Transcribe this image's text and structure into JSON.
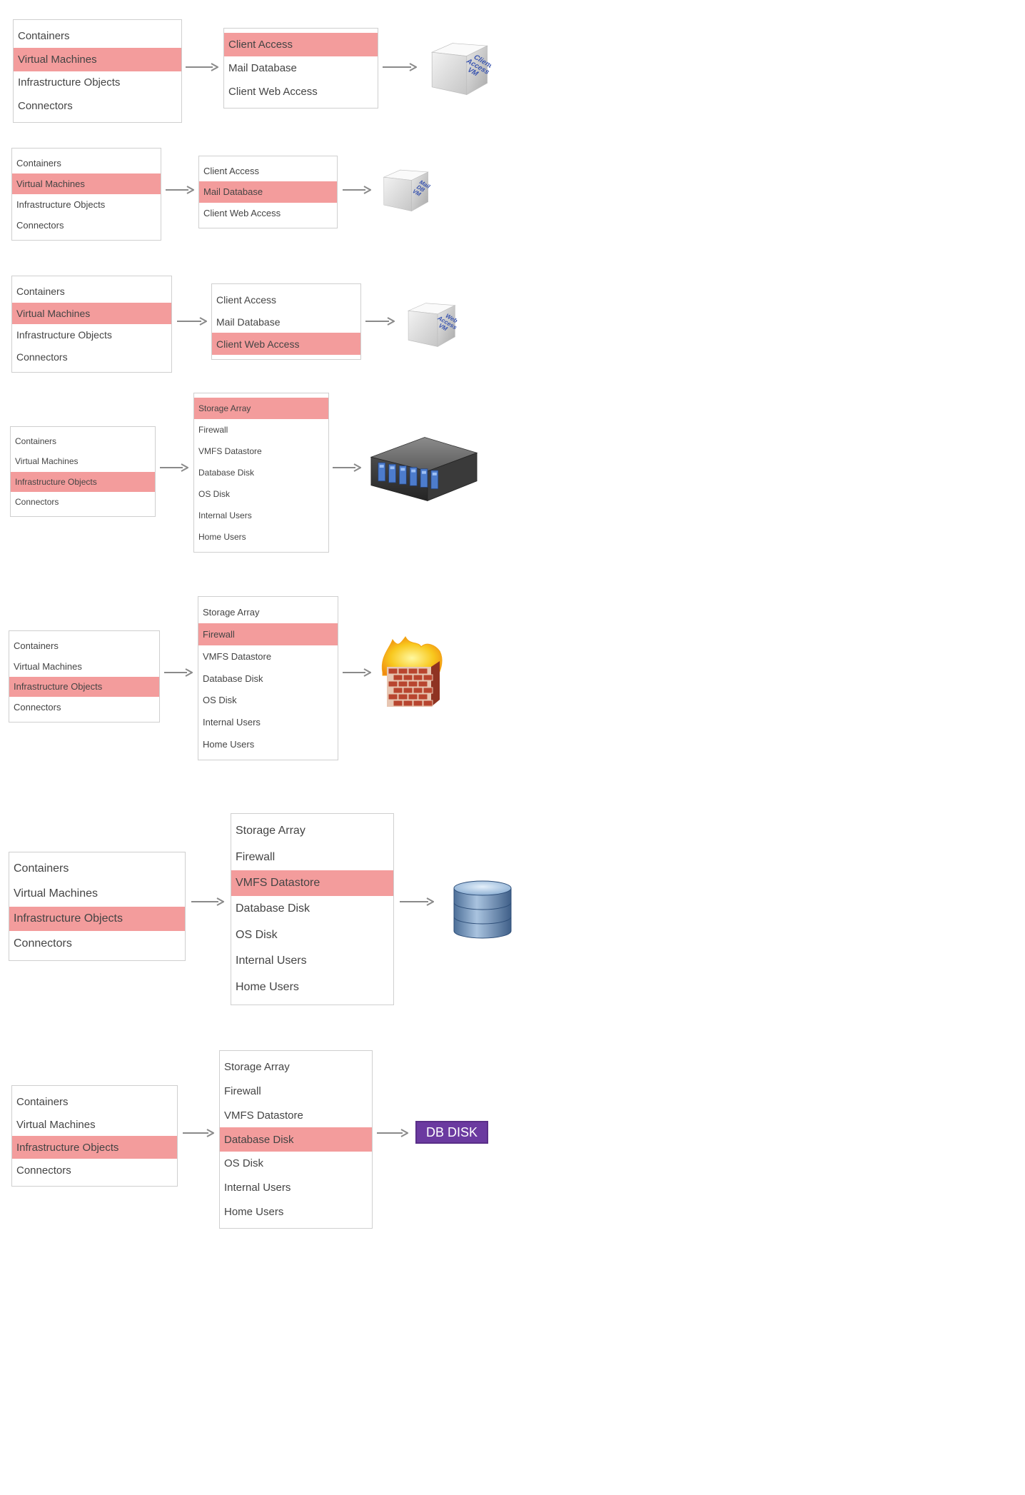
{
  "colors": {
    "highlight": "#f39c9c",
    "border": "#cfcfcf",
    "badge": "#6b3aa0"
  },
  "panels": [
    {
      "left": {
        "items": [
          "Containers",
          "Virtual Machines",
          "Infrastructure Objects",
          "Connectors"
        ],
        "selected": 1
      },
      "right": {
        "items": [
          "Client Access",
          "Mail Database",
          "Client Web Access"
        ],
        "selected": 0
      },
      "target": {
        "icon": "cube-icon",
        "label": [
          "Client",
          "Access",
          "VM"
        ]
      }
    },
    {
      "left": {
        "items": [
          "Containers",
          "Virtual Machines",
          "Infrastructure Objects",
          "Connectors"
        ],
        "selected": 1
      },
      "right": {
        "items": [
          "Client Access",
          "Mail Database",
          "Client Web Access"
        ],
        "selected": 1
      },
      "target": {
        "icon": "cube-icon",
        "label": [
          "Mail",
          "DB",
          "VM"
        ]
      }
    },
    {
      "left": {
        "items": [
          "Containers",
          "Virtual Machines",
          "Infrastructure Objects",
          "Connectors"
        ],
        "selected": 1
      },
      "right": {
        "items": [
          "Client Access",
          "Mail Database",
          "Client Web Access"
        ],
        "selected": 2
      },
      "target": {
        "icon": "cube-icon",
        "label": [
          "Web",
          "Access",
          "VM"
        ]
      }
    },
    {
      "left": {
        "items": [
          "Containers",
          "Virtual Machines",
          "Infrastructure Objects",
          "Connectors"
        ],
        "selected": 2
      },
      "right": {
        "items": [
          "Storage Array",
          "Firewall",
          "VMFS Datastore",
          "Database Disk",
          "OS Disk",
          "Internal Users",
          "Home Users"
        ],
        "selected": 0
      },
      "target": {
        "icon": "storage-array-icon"
      }
    },
    {
      "left": {
        "items": [
          "Containers",
          "Virtual Machines",
          "Infrastructure Objects",
          "Connectors"
        ],
        "selected": 2
      },
      "right": {
        "items": [
          "Storage Array",
          "Firewall",
          "VMFS Datastore",
          "Database Disk",
          "OS Disk",
          "Internal Users",
          "Home Users"
        ],
        "selected": 1
      },
      "target": {
        "icon": "firewall-icon"
      }
    },
    {
      "left": {
        "items": [
          "Containers",
          "Virtual Machines",
          "Infrastructure Objects",
          "Connectors"
        ],
        "selected": 2
      },
      "right": {
        "items": [
          "Storage Array",
          "Firewall",
          "VMFS Datastore",
          "Database Disk",
          "OS Disk",
          "Internal Users",
          "Home Users"
        ],
        "selected": 2
      },
      "target": {
        "icon": "datastore-icon"
      }
    },
    {
      "left": {
        "items": [
          "Containers",
          "Virtual Machines",
          "Infrastructure Objects",
          "Connectors"
        ],
        "selected": 2
      },
      "right": {
        "items": [
          "Storage Array",
          "Firewall",
          "VMFS Datastore",
          "Database Disk",
          "OS Disk",
          "Internal Users",
          "Home Users"
        ],
        "selected": 3
      },
      "target": {
        "icon": "db-disk-badge",
        "text": "DB DISK"
      }
    }
  ]
}
